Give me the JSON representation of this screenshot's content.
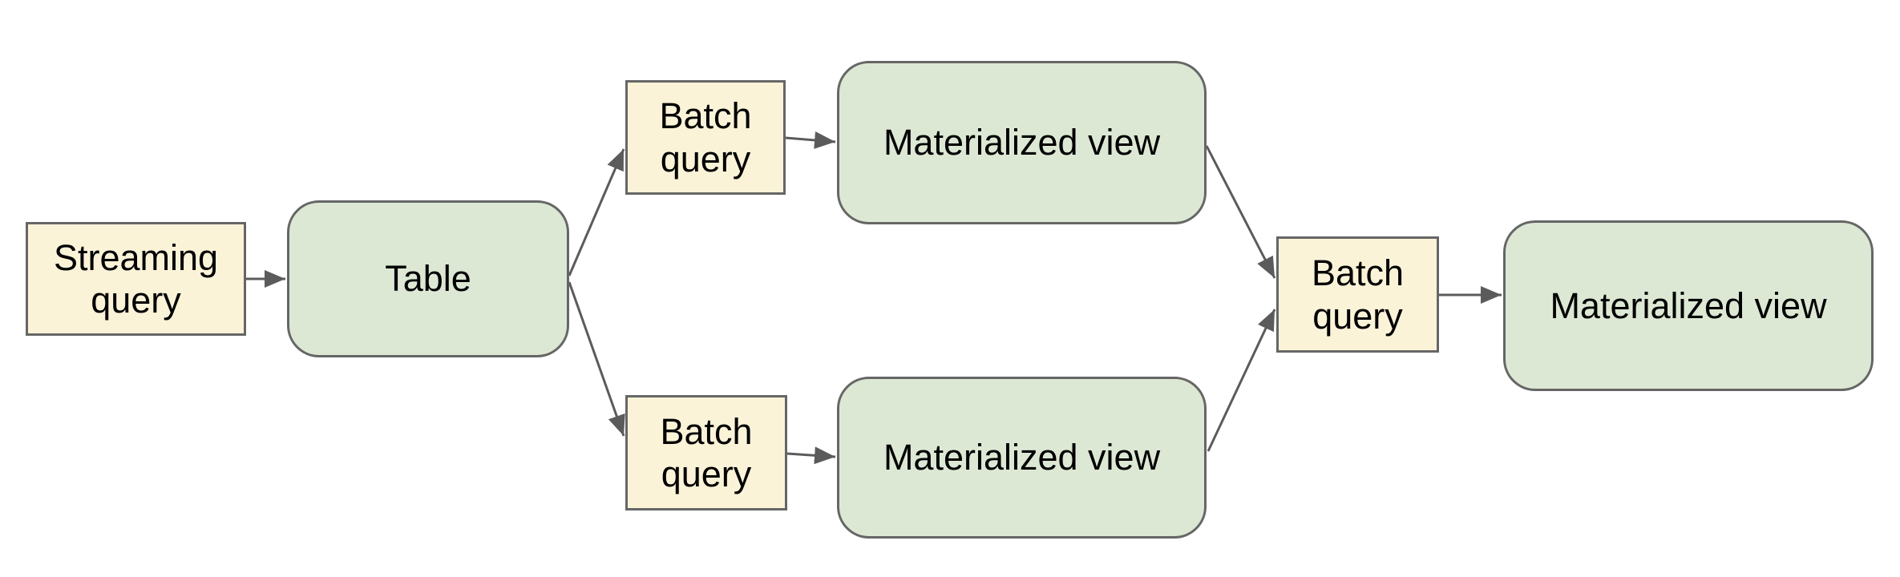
{
  "diagram": {
    "title": "",
    "colors": {
      "background": "#ffffff",
      "query_fill": "#FBF3D8",
      "table_fill": "#DCE8D4",
      "border": "#666666",
      "arrow": "#5b5b5b",
      "text": "#000000"
    },
    "nodes": {
      "streaming_query": {
        "label": "Streaming query",
        "shape": "rectangle",
        "kind": "query"
      },
      "table": {
        "label": "Table",
        "shape": "rounded-rectangle",
        "kind": "store"
      },
      "batch_query_top": {
        "label": "Batch query",
        "shape": "rectangle",
        "kind": "query"
      },
      "materialized_view_top": {
        "label": "Materialized view",
        "shape": "rounded-rectangle",
        "kind": "store"
      },
      "batch_query_bottom": {
        "label": "Batch query",
        "shape": "rectangle",
        "kind": "query"
      },
      "materialized_view_bottom": {
        "label": "Materialized view",
        "shape": "rounded-rectangle",
        "kind": "store"
      },
      "batch_query_right": {
        "label": "Batch query",
        "shape": "rectangle",
        "kind": "query"
      },
      "materialized_view_final": {
        "label": "Materialized view",
        "shape": "rounded-rectangle",
        "kind": "store"
      }
    },
    "edges": [
      {
        "from": "streaming_query",
        "to": "table"
      },
      {
        "from": "table",
        "to": "batch_query_top"
      },
      {
        "from": "table",
        "to": "batch_query_bottom"
      },
      {
        "from": "batch_query_top",
        "to": "materialized_view_top"
      },
      {
        "from": "batch_query_bottom",
        "to": "materialized_view_bottom"
      },
      {
        "from": "materialized_view_top",
        "to": "batch_query_right"
      },
      {
        "from": "materialized_view_bottom",
        "to": "batch_query_right"
      },
      {
        "from": "batch_query_right",
        "to": "materialized_view_final"
      }
    ]
  }
}
